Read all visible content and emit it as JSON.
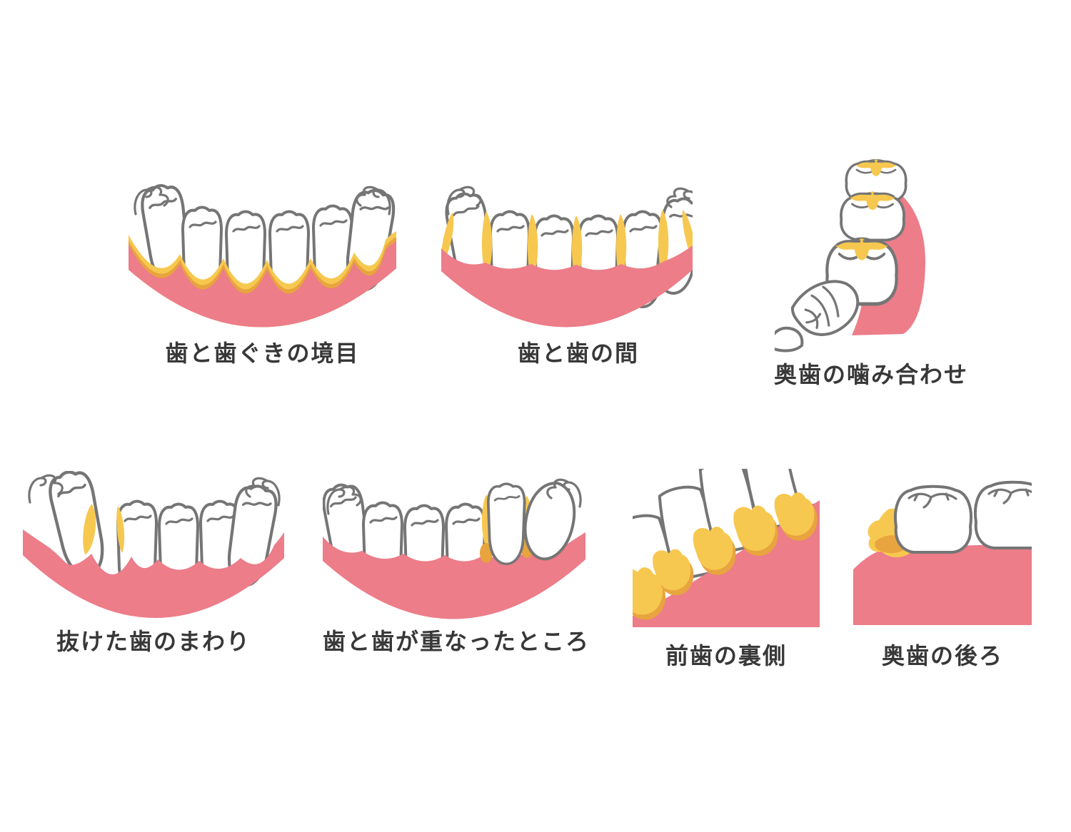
{
  "colors": {
    "gum_pink": "#EC7D89",
    "plaque_yellow": "#F7C84F",
    "plaque_dark": "#E8A43E",
    "tooth_outline": "#757575",
    "tooth_fill": "#FFFFFF",
    "label_text": "#383838",
    "background": "#FFFFFF"
  },
  "panels": [
    {
      "id": "gumline",
      "label": "歯と歯ぐきの境目"
    },
    {
      "id": "between-teeth",
      "label": "歯と歯の間"
    },
    {
      "id": "molar-bite",
      "label": "奥歯の噛み合わせ"
    },
    {
      "id": "missing-tooth",
      "label": "抜けた歯のまわり"
    },
    {
      "id": "overlapping-teeth",
      "label": "歯と歯が重なったところ"
    },
    {
      "id": "front-teeth-back",
      "label": "前歯の裏側"
    },
    {
      "id": "behind-molar",
      "label": "奥歯の後ろ"
    }
  ]
}
